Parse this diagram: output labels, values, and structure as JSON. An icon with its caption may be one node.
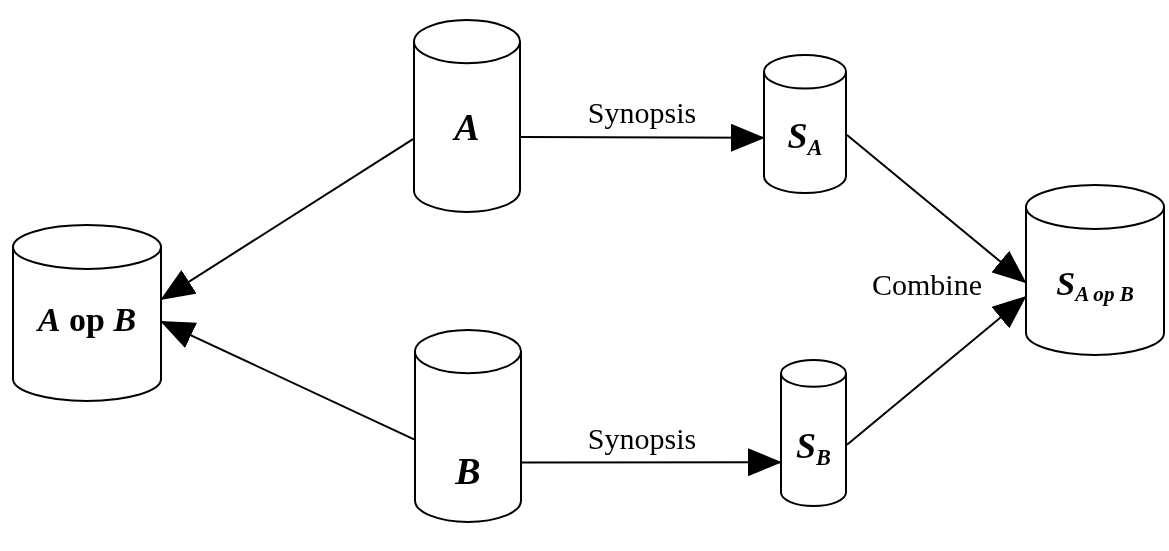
{
  "diagram": {
    "nodes": [
      {
        "text": [
          "A"
        ]
      },
      {
        "text": [
          "S$_{A}$"
        ]
      },
      {
        "text": [
          "*A* op *B*"
        ]
      },
      {
        "text": [
          "S$_{A op B}$"
        ]
      },
      {
        "text": [
          "B"
        ]
      },
      {
        "text": [
          "S$_{B}$"
        ]
      }
    ],
    "edges": [
      {
        "from": 0,
        "to": 2,
        "arrow": "to"
      },
      {
        "from": 4,
        "to": 2,
        "arrow": "to"
      },
      {
        "from": 0,
        "to": 1,
        "arrow": "to",
        "label": "Synopsis"
      },
      {
        "from": 1,
        "to": 3,
        "arrow": "to"
      },
      {
        "from": 4,
        "to": 5,
        "arrow": "to",
        "label": "Synopsis"
      },
      {
        "from": 5,
        "to": 3,
        "arrow": "to"
      }
    ],
    "labels": [
      "Combine"
    ]
  }
}
